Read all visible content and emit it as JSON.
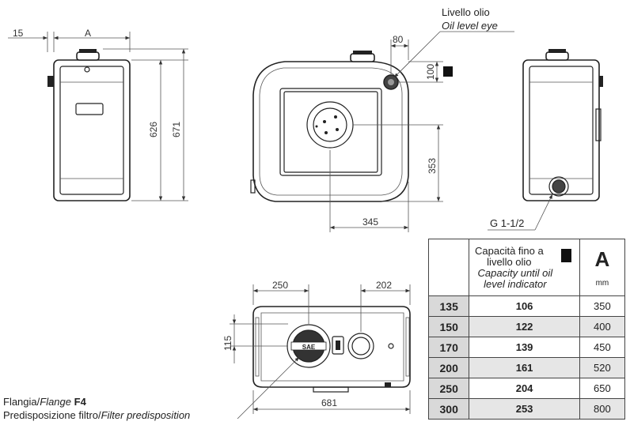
{
  "dimensions": {
    "d15": "15",
    "dA": "A",
    "d626": "626",
    "d671": "671",
    "d80": "80",
    "d100": "100",
    "d353": "353",
    "d345": "345",
    "d250": "250",
    "d202": "202",
    "d115": "115",
    "d681": "681"
  },
  "labels": {
    "oil_level_it": "Livello olio",
    "oil_level_en": "Oil level eye",
    "thread": "G 1-1/2",
    "flange_it": "Flangia/",
    "flange_en": "Flange",
    "flange_code": "F4",
    "filter_it": "Predisposizione filtro/",
    "filter_en": "Filter predisposition",
    "flange_emblem": "SAE"
  },
  "table": {
    "header_cap_it": "Capacità fino a livello olio",
    "header_cap_en": "Capacity until oil level indicator",
    "header_a": "A",
    "header_a_unit": "mm",
    "rows": [
      {
        "key": "135",
        "cap": "106",
        "a": "350"
      },
      {
        "key": "150",
        "cap": "122",
        "a": "400"
      },
      {
        "key": "170",
        "cap": "139",
        "a": "450"
      },
      {
        "key": "200",
        "cap": "161",
        "a": "520"
      },
      {
        "key": "250",
        "cap": "204",
        "a": "650"
      },
      {
        "key": "300",
        "cap": "253",
        "a": "800"
      }
    ]
  }
}
